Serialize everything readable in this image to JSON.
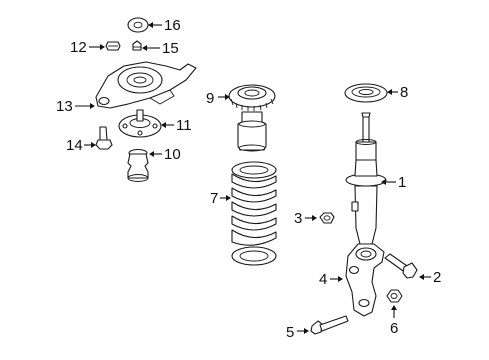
{
  "callouts": [
    {
      "id": "c1",
      "number": "1",
      "part": "strut-assembly"
    },
    {
      "id": "c2",
      "number": "2",
      "part": "knuckle-bolt"
    },
    {
      "id": "c3",
      "number": "3",
      "part": "strut-nut"
    },
    {
      "id": "c4",
      "number": "4",
      "part": "lower-bracket"
    },
    {
      "id": "c5",
      "number": "5",
      "part": "bracket-bolt"
    },
    {
      "id": "c6",
      "number": "6",
      "part": "bracket-nut"
    },
    {
      "id": "c7",
      "number": "7",
      "part": "coil-spring"
    },
    {
      "id": "c8",
      "number": "8",
      "part": "strut-upper-seat"
    },
    {
      "id": "c9",
      "number": "9",
      "part": "spring-upper-insulator"
    },
    {
      "id": "c10",
      "number": "10",
      "part": "bump-stop"
    },
    {
      "id": "c11",
      "number": "11",
      "part": "strut-mount"
    },
    {
      "id": "c12",
      "number": "12",
      "part": "top-nut"
    },
    {
      "id": "c13",
      "number": "13",
      "part": "upper-mount-bracket"
    },
    {
      "id": "c14",
      "number": "14",
      "part": "mount-bolt"
    },
    {
      "id": "c15",
      "number": "15",
      "part": "mount-nut"
    },
    {
      "id": "c16",
      "number": "16",
      "part": "upper-washer"
    }
  ]
}
